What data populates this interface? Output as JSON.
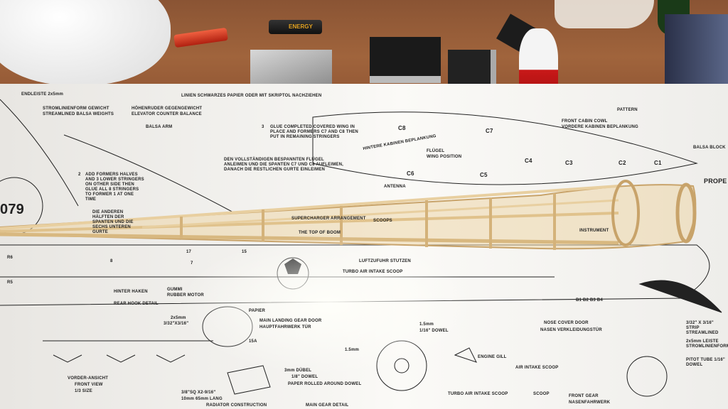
{
  "scene": {
    "description_colors": {
      "desk": "#a0643c",
      "paper": "#f4f3f0",
      "balsa": "#e8cfa0",
      "ink": "#222222"
    }
  },
  "battery": {
    "brand": "ENERGY"
  },
  "plan_labels": {
    "endleiste": "ENDLEISTE 2x5mm",
    "weight_de": "STROMLINIENFORM GEWICHT",
    "weight_en": "STREAMLINED BALSA WEIGHTS",
    "counter_de": "HÖHENRUDER GEGENGEWICHT",
    "counter_en": "ELEVATOR COUNTER BALANCE",
    "balsa_arm": "BALSA ARM",
    "paper_de": "LINIEN SCHWARZES PAPIER ODER MIT SKRIPTOL NACHZIEHEN",
    "wing_de": "DEN VOLLSTÄNDIGEN BESPANNTEN FLÜGEL ANLEIMEN UND DIE SPANTEN C7 UND C8 AUFLEIMEN, DANACH DIE RESTLICHEN GURTE EINLEIMEN",
    "glue": "GLUE COMPLETED COVERED WING IN PLACE AND FORMERS C7 AND C8 THEN PUT IN REMAINING STRINGERS",
    "add_formers": "ADD FORMERS HALVES AND 3 LOWER STRINGERS ON OTHER SIDE THEN GLUE ALL 8 STRINGERS TO FORMER 1 AT ONE TIME",
    "die_anderen": "DIE ANDEREN HÄLFTEN DER SPANTEN UND DIE SECHS UNTEREN GURTE",
    "cabin_de": "HINTERE KABINEN BEPLANKUNG",
    "fluegel": "FLÜGEL",
    "wing_pos": "WING POSITION",
    "front_cowl": "FRONT CABIN COWL",
    "front_cowl_de": "VORDERE KABINEN BEPLANKUNG",
    "pattern": "PATTERN",
    "balsa_block": "BALSA BLOCK",
    "prop": "PROPE",
    "antenna": "ANTENNA",
    "supercharger": "SUPERCHARGER ARRANGEMENT",
    "scoops": "SCOOPS",
    "top_of_boom": "THE TOP OF BOOM",
    "instrument": "INSTRUMENT",
    "luftzufuhr": "LUFTZUFUHR STUTZEN",
    "turbo": "TURBO AIR INTAKE SCOOP",
    "hinter": "HINTER HAKEN",
    "rear_hook": "REAR HOOK DETAIL",
    "gummi": "GUMMI",
    "rubber": "RUBBER MOTOR",
    "dim": "2x5mm",
    "dim2": "3/32\"X3/16\"",
    "papier": "PAPIER",
    "main_door": "MAIN LANDING GEAR DOOR",
    "main_door_de": "HAUPTFAHRWERK TÜR",
    "dowel": "1/16\" DOWEL",
    "mm15": "1.5mm",
    "duebel": "3mm DÜBEL",
    "dowel2": "1/8\" DOWEL",
    "paper_rolled": "PAPER ROLLED AROUND DOWEL",
    "engine_gill": "ENGINE GILL",
    "air_intake": "AIR INTAKE SCOOP",
    "turbo2": "TURBO AIR INTAKE SCOOP",
    "scoop": "SCOOP",
    "nose_door": "NOSE COVER DOOR",
    "nose_door_de": "NASEN VERKLEIDUNGSTÜR",
    "strip": "3/32\" X 3/16\" STRIP STREAMLINED",
    "leiste": "2x5mm LEISTE STROMLINIENFORM",
    "pitot": "PITOT TUBE 1/16\" DOWEL",
    "front_gear": "FRONT GEAR",
    "front_gear_de": "NASENFAHRWERK",
    "vorder": "VORDER-ANSICHT",
    "front_view": "FRONT VIEW",
    "size": "1/3 SIZE",
    "lang": "10mm 65mm LANG",
    "dim3": "3/8\"SQ X2-9/16\"",
    "radiator": "RADIATOR CONSTRUCTION",
    "main_gear": "MAIN GEAR DETAIL",
    "serial": "079",
    "c1": "C1",
    "c2": "C2",
    "c3": "C3",
    "c4": "C4",
    "c5": "C5",
    "c6": "C6",
    "c7": "C7",
    "c8": "C8",
    "b1": "B1 B2 B3 B4",
    "r5": "R5",
    "r6": "R6",
    "n15": "15",
    "n17": "17",
    "n8": "8",
    "n7": "7",
    "n15a": "15A",
    "n3": "3",
    "n2": "2"
  }
}
